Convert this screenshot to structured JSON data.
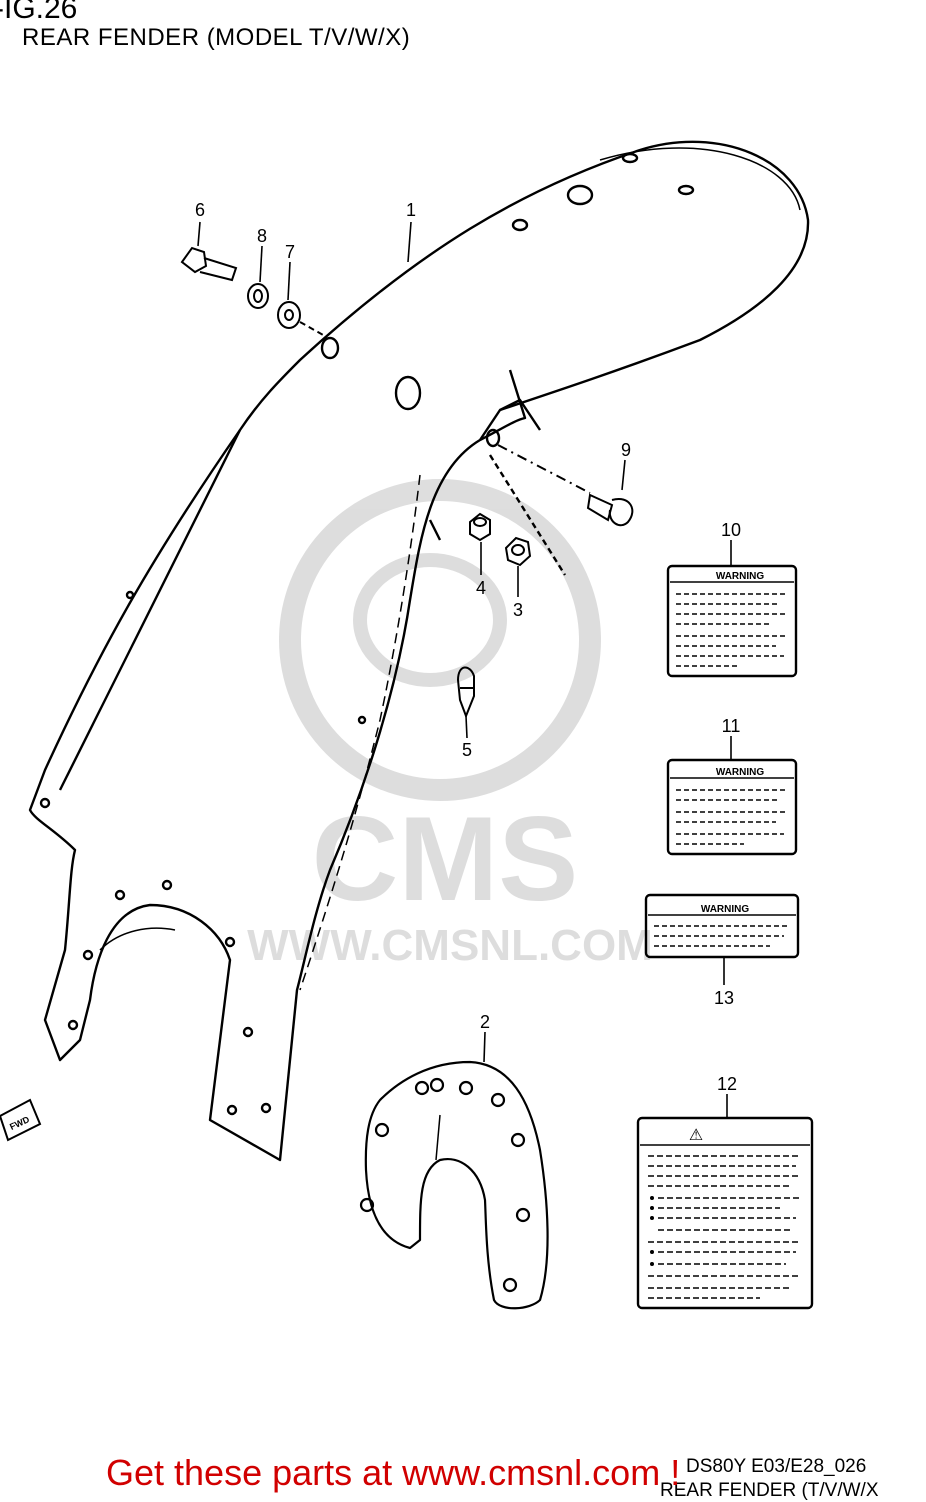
{
  "header": {
    "fig_number": "-IG.26",
    "subtitle": "REAR FENDER (MODEL T/V/W/X)"
  },
  "callouts": {
    "c1": "1",
    "c2": "2",
    "c3": "3",
    "c4": "4",
    "c5": "5",
    "c6": "6",
    "c7": "7",
    "c8": "8",
    "c9": "9",
    "c10": "10",
    "c11": "11",
    "c12": "12",
    "c13": "13"
  },
  "labels": {
    "warning": "WARNING",
    "fwd": "FWD",
    "warn_symbol": "⚠"
  },
  "watermark": {
    "brand": "CMS",
    "url": "WWW.CMSNL.COM"
  },
  "footer": {
    "code": "DS80Y E03/E28_026",
    "subtitle": "REAR FENDER (T/V/W/X",
    "cta": "Get these parts at www.cmsnl.com !"
  }
}
